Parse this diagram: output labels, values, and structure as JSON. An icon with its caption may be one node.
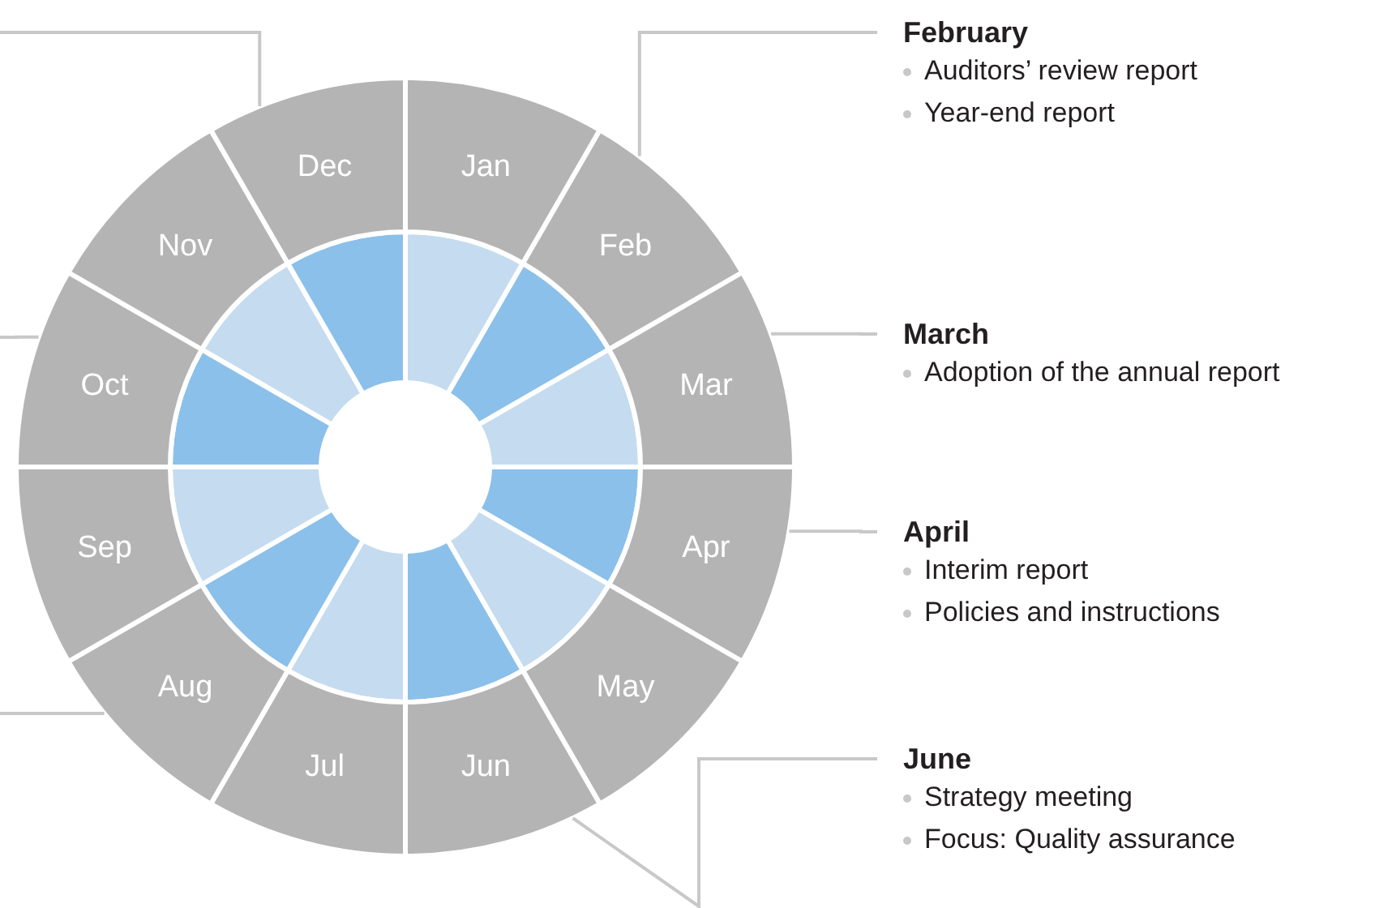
{
  "diagram": {
    "nodes": [
      {
        "text": [
          "Jan"
        ]
      },
      {
        "text": [
          "Feb"
        ]
      },
      {
        "text": [
          "Mar"
        ]
      },
      {
        "text": [
          "Apr"
        ]
      },
      {
        "text": [
          "May"
        ]
      },
      {
        "text": [
          "Jun"
        ]
      },
      {
        "text": [
          "Jul"
        ]
      },
      {
        "text": [
          "Aug"
        ]
      },
      {
        "text": [
          "Sep"
        ]
      },
      {
        "text": [
          "Oct"
        ]
      },
      {
        "text": [
          "Nov"
        ]
      },
      {
        "text": [
          "Dec"
        ]
      },
      {
        "text": [
          "February",
          "Auditors’ review report",
          "Year-end report"
        ]
      },
      {
        "text": [
          "March",
          "Adoption of the annual report"
        ]
      },
      {
        "text": [
          "April",
          "Interim report",
          "Policies and instructions"
        ]
      },
      {
        "text": [
          "June",
          "Strategy meeting",
          "Focus: Quality assurance"
        ]
      }
    ],
    "edges": [
      {
        "from": 1,
        "to": 12,
        "arrow": "none"
      },
      {
        "from": 2,
        "to": 13,
        "arrow": "none"
      },
      {
        "from": 3,
        "to": 14,
        "arrow": "none"
      },
      {
        "from": 5,
        "to": 15,
        "arrow": "none"
      },
      {
        "from": 11,
        "to": null,
        "arrow": "none"
      },
      {
        "from": 9,
        "to": null,
        "arrow": "none"
      },
      {
        "from": 7,
        "to": null,
        "arrow": "none"
      }
    ]
  }
}
